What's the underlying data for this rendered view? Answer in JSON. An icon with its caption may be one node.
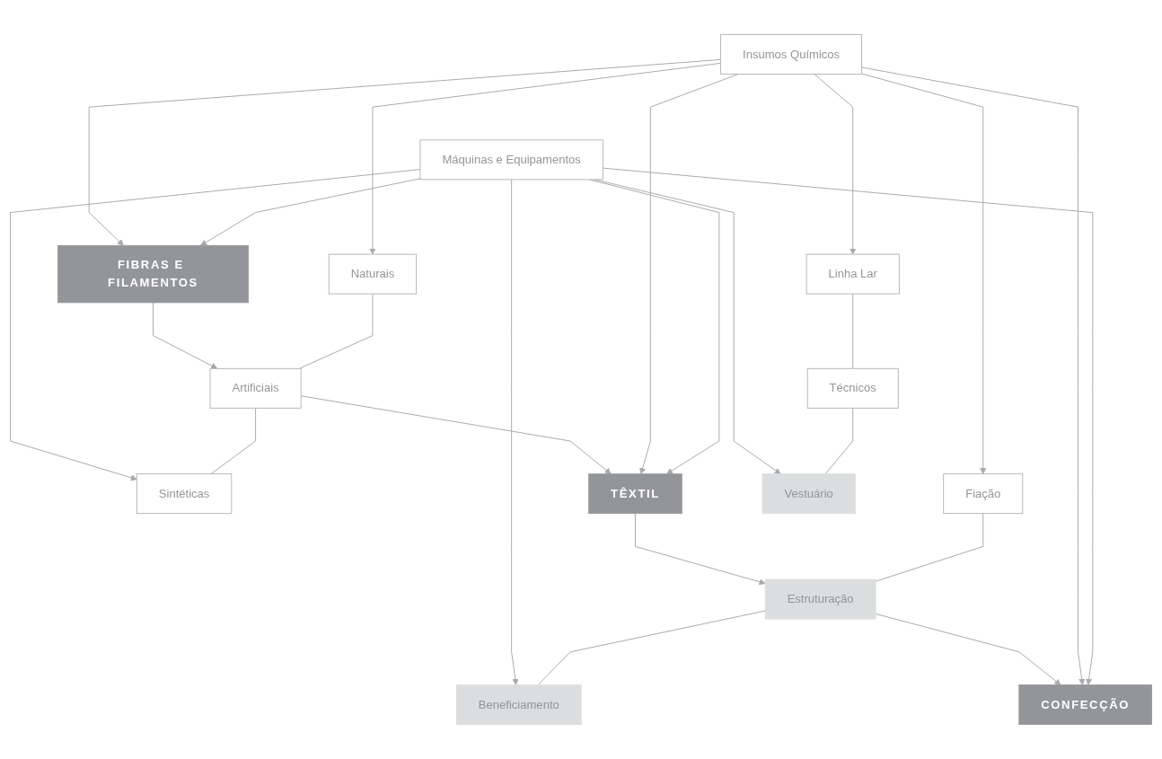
{
  "diagram": {
    "nodes": [
      {
        "text": [
          "FIBRAS E FILAMENTOS"
        ]
      },
      {
        "text": [
          "Insumos Químicos"
        ]
      },
      {
        "text": [
          "Máquinas e Equipamentos"
        ]
      },
      {
        "text": [
          "Naturais"
        ]
      },
      {
        "text": [
          "Artificiais"
        ]
      },
      {
        "text": [
          "Sintéticas"
        ]
      },
      {
        "text": [
          "TÊXTIL"
        ]
      },
      {
        "text": [
          "Fiação"
        ]
      },
      {
        "text": [
          "Estruturação"
        ]
      },
      {
        "text": [
          "Beneficiamento"
        ]
      },
      {
        "text": [
          "CONFECÇÃO"
        ]
      },
      {
        "text": [
          "Linha Lar"
        ]
      },
      {
        "text": [
          "Técnicos"
        ]
      },
      {
        "text": [
          "Vestuário"
        ]
      }
    ],
    "edges": [
      {
        "from": 1,
        "to": 0,
        "arrow": "to"
      },
      {
        "from": 1,
        "to": 3,
        "arrow": "to"
      },
      {
        "from": 2,
        "to": 0,
        "arrow": "to"
      },
      {
        "from": 2,
        "to": 5,
        "arrow": "to"
      },
      {
        "from": 0,
        "to": 4,
        "arrow": "to"
      },
      {
        "from": 3,
        "to": 4,
        "arrow": "none"
      },
      {
        "from": 4,
        "to": 5,
        "arrow": "none"
      },
      {
        "from": 4,
        "to": 6,
        "arrow": "to"
      },
      {
        "from": 1,
        "to": 6,
        "arrow": "to"
      },
      {
        "from": 1,
        "to": 7,
        "arrow": "to"
      },
      {
        "from": 2,
        "to": 6,
        "arrow": "to"
      },
      {
        "from": 2,
        "to": 9,
        "arrow": "to"
      },
      {
        "from": 6,
        "to": 8,
        "arrow": "to"
      },
      {
        "from": 7,
        "to": 8,
        "arrow": "none"
      },
      {
        "from": 8,
        "to": 9,
        "arrow": "none"
      },
      {
        "from": 8,
        "to": 10,
        "arrow": "to"
      },
      {
        "from": 1,
        "to": 10,
        "arrow": "to"
      },
      {
        "from": 1,
        "to": 11,
        "arrow": "to"
      },
      {
        "from": 2,
        "to": 10,
        "arrow": "to"
      },
      {
        "from": 2,
        "to": 13,
        "arrow": "to"
      },
      {
        "from": 11,
        "to": 12,
        "arrow": "none"
      },
      {
        "from": 12,
        "to": 13,
        "arrow": "none"
      }
    ]
  }
}
